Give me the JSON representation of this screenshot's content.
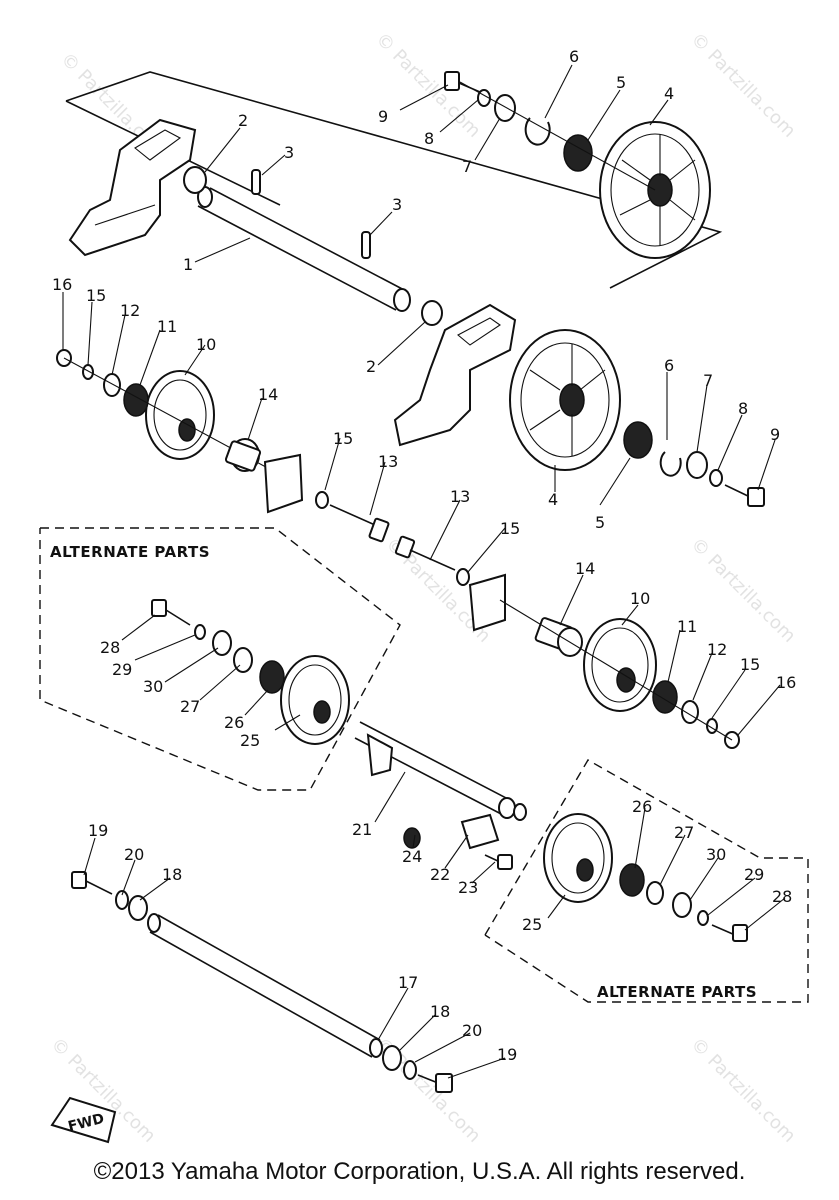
{
  "footer": {
    "copyright": "©2013 Yamaha Motor Corporation, U.S.A. All rights reserved."
  },
  "watermark": {
    "text": "© Partzilla.com"
  },
  "alternate_parts": {
    "left_label": "ALTERNATE PARTS",
    "right_label": "ALTERNATE PARTS"
  },
  "fwd_arrow": {
    "label": "FWD"
  },
  "callouts": [
    "9",
    "8",
    "7",
    "6",
    "5",
    "4",
    "2",
    "3",
    "3",
    "1",
    "16",
    "15",
    "12",
    "11",
    "10",
    "14",
    "2",
    "15",
    "13",
    "13",
    "15",
    "4",
    "5",
    "6",
    "7",
    "8",
    "9",
    "14",
    "10",
    "11",
    "12",
    "15",
    "16",
    "28",
    "29",
    "30",
    "27",
    "26",
    "25",
    "21",
    "24",
    "22",
    "23",
    "26",
    "27",
    "30",
    "29",
    "28",
    "25",
    "19",
    "20",
    "18",
    "17",
    "18",
    "20",
    "19"
  ],
  "colors": {
    "ink": "#111111",
    "paper": "#ffffff",
    "watermark": "#cccccc"
  }
}
